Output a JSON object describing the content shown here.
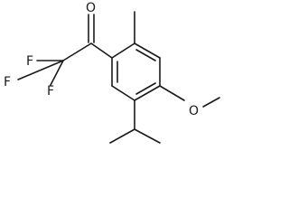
{
  "molecule": {
    "atoms": {
      "oxygen_carbonyl": "O",
      "fluorine_1": "F",
      "fluorine_2": "F",
      "fluorine_3": "F",
      "oxygen_methoxy": "O"
    }
  }
}
